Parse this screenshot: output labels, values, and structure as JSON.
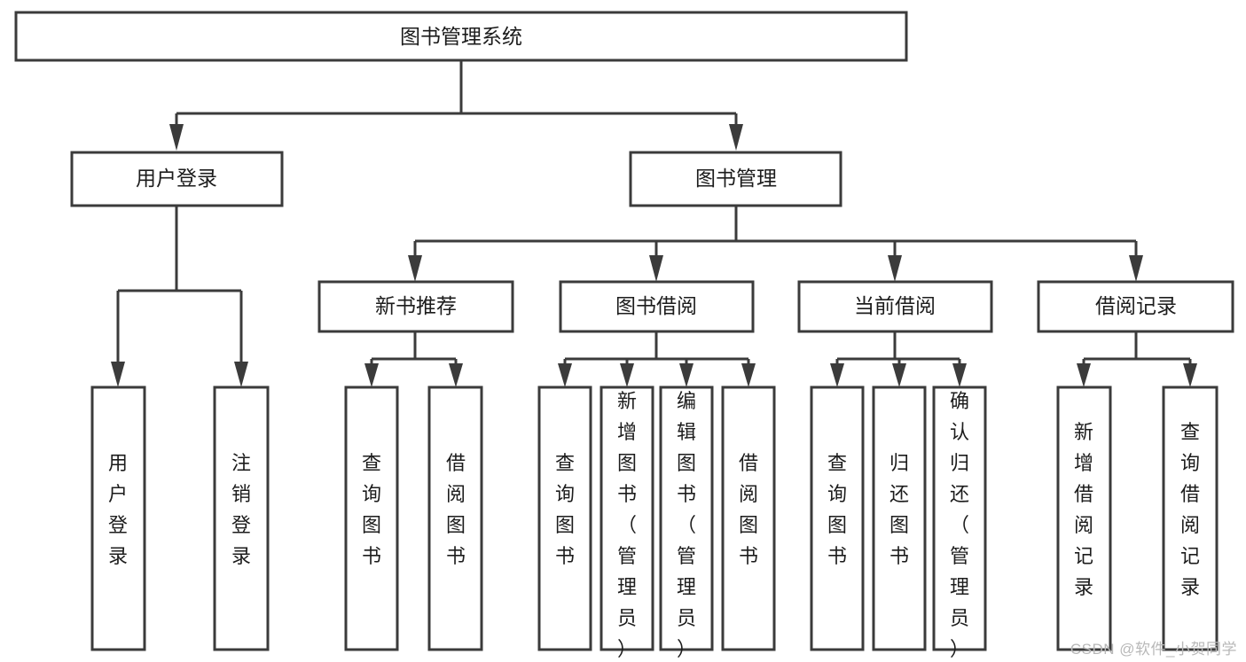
{
  "diagram": {
    "type": "tree-hierarchy-chart",
    "title": "图书管理系统",
    "orientation": "top-down",
    "levels": 4,
    "colors": {
      "box_fill": "#ffffff",
      "box_stroke": "#3b3b3b",
      "text": "#1c1c1c",
      "background": "#ffffff",
      "watermark": "#b8b8b8"
    },
    "root": {
      "label": "图书管理系统"
    },
    "level2": [
      {
        "label": "用户登录"
      },
      {
        "label": "图书管理"
      }
    ],
    "level3": [
      {
        "label": "新书推荐"
      },
      {
        "label": "图书借阅"
      },
      {
        "label": "当前借阅"
      },
      {
        "label": "借阅记录"
      }
    ],
    "leaves": {
      "user_login": [
        {
          "label": "用户登录"
        },
        {
          "label": "注销登录"
        }
      ],
      "new_book_recommend": [
        {
          "label": "查询图书"
        },
        {
          "label": "借阅图书"
        }
      ],
      "book_borrow": [
        {
          "label": "查询图书"
        },
        {
          "label": "新增图书（管理员）"
        },
        {
          "label": "编辑图书（管理员）"
        },
        {
          "label": "借阅图书"
        }
      ],
      "current_borrow": [
        {
          "label": "查询图书"
        },
        {
          "label": "归还图书"
        },
        {
          "label": "确认归还（管理员）"
        }
      ],
      "borrow_record": [
        {
          "label": "新增借阅记录"
        },
        {
          "label": "查询借阅记录"
        }
      ]
    }
  },
  "watermark": {
    "text": "CSDN @软件_小贺同学"
  }
}
